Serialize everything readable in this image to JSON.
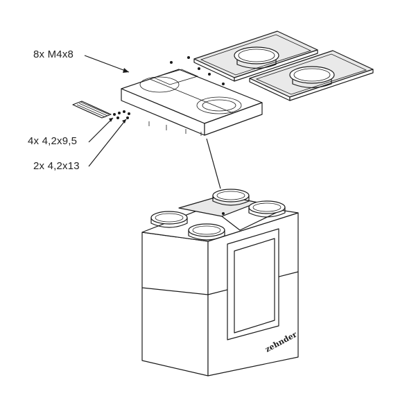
{
  "callouts": {
    "screws_m4": "8x M4x8",
    "screws_small": "4x 4,2x9,5",
    "screws_long": "2x 4,2x13"
  },
  "unit_brand": "zehnder"
}
